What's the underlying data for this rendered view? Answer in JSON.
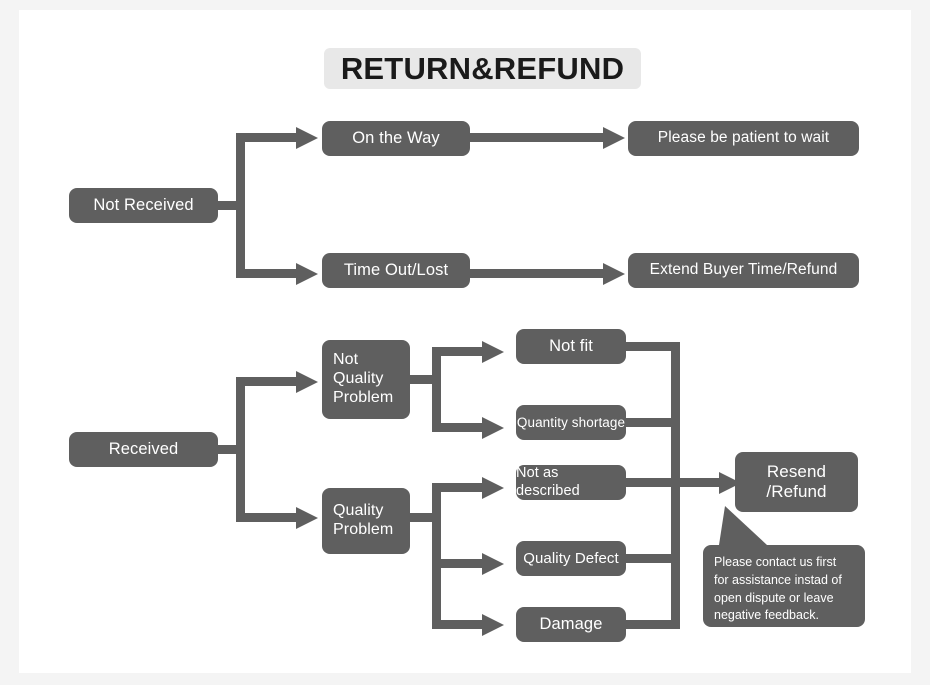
{
  "page": {
    "title": "RETURN&REFUND",
    "background_color": "#f4f4f4",
    "canvas_color": "#ffffff",
    "node_color": "#5f5f5f",
    "node_text_color": "#ffffff",
    "title_background_color": "#e8e8e8",
    "title_text_color": "#1a1a1a"
  },
  "nodes": {
    "not_received": "Not Received",
    "on_the_way": "On the Way",
    "time_out_lost": "Time Out/Lost",
    "please_be_patient": "Please be patient to wait",
    "extend_buyer": "Extend Buyer Time/Refund",
    "received": "Received",
    "not_quality_problem_l1": "Not",
    "not_quality_problem_l2": "Quality",
    "not_quality_problem_l3": "Problem",
    "quality_problem_l1": "Quality",
    "quality_problem_l2": "Problem",
    "not_fit": "Not fit",
    "quantity_shortage": "Quantity shortage",
    "not_as_described": "Not as described",
    "quality_defect": "Quality Defect",
    "damage": "Damage",
    "resend_refund_l1": "Resend",
    "resend_refund_l2": "/Refund"
  },
  "callout": {
    "line1": "Please contact us first",
    "line2": "for assistance instad of",
    "line3": "open dispute or leave",
    "line4": "negative feedback."
  }
}
